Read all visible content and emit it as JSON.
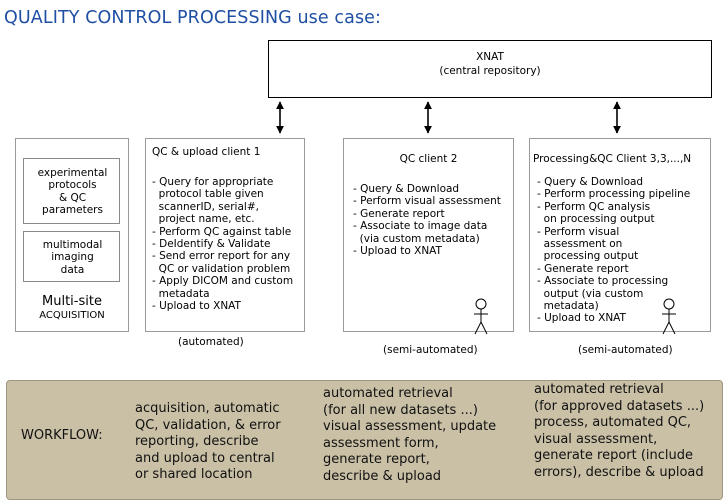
{
  "title": "QUALITY CONTROL PROCESSING use case:",
  "xnat": {
    "name": "XNAT",
    "subtitle": "(central repository)"
  },
  "acquisition": {
    "protocols_box": "experimental\nprotocols\n& QC\nparameters",
    "data_box": "multimodal\nimaging\ndata",
    "title": "Multi-site",
    "subtitle": "ACQUISITION"
  },
  "client1": {
    "title": "QC & upload client 1",
    "steps": "- Query for appropriate\n  protocol table given\n  scannerID, serial#,\n  project name, etc.\n- Perform QC against table\n- DeIdentify & Validate\n- Send error report for any\n  QC or validation problem\n- Apply DICOM and custom\n  metadata\n- Upload to XNAT",
    "caption": "(automated)"
  },
  "client2": {
    "title": "QC client 2",
    "steps": "- Query & Download\n- Perform visual assessment\n- Generate report\n- Associate to image data\n  (via custom metadata)\n- Upload to XNAT",
    "caption": "(semi-automated)"
  },
  "client3": {
    "title": "Processing&QC Client 3,3,...,N",
    "steps": "- Query & Download\n- Perform processing pipeline\n- Perform QC analysis\n  on processing output\n- Perform visual\n  assessment on\n  processing output\n- Generate report\n- Associate to processing\n  output (via custom\n  metadata)\n- Upload to XNAT",
    "caption": "(semi-automated)"
  },
  "workflow": {
    "label": "WORKFLOW:",
    "col1": "acquisition, automatic\nQC, validation, & error\nreporting, describe\nand upload to central\nor shared location",
    "col2": "automated retrieval\n(for all new datasets ...)\nvisual assessment, update\nassessment form,\ngenerate report,\ndescribe & upload",
    "col3": "automated retrieval\n(for approved datasets ...)\nprocess, automated QC,\nvisual assessment,\ngenerate report (include\nerrors), describe & upload"
  }
}
